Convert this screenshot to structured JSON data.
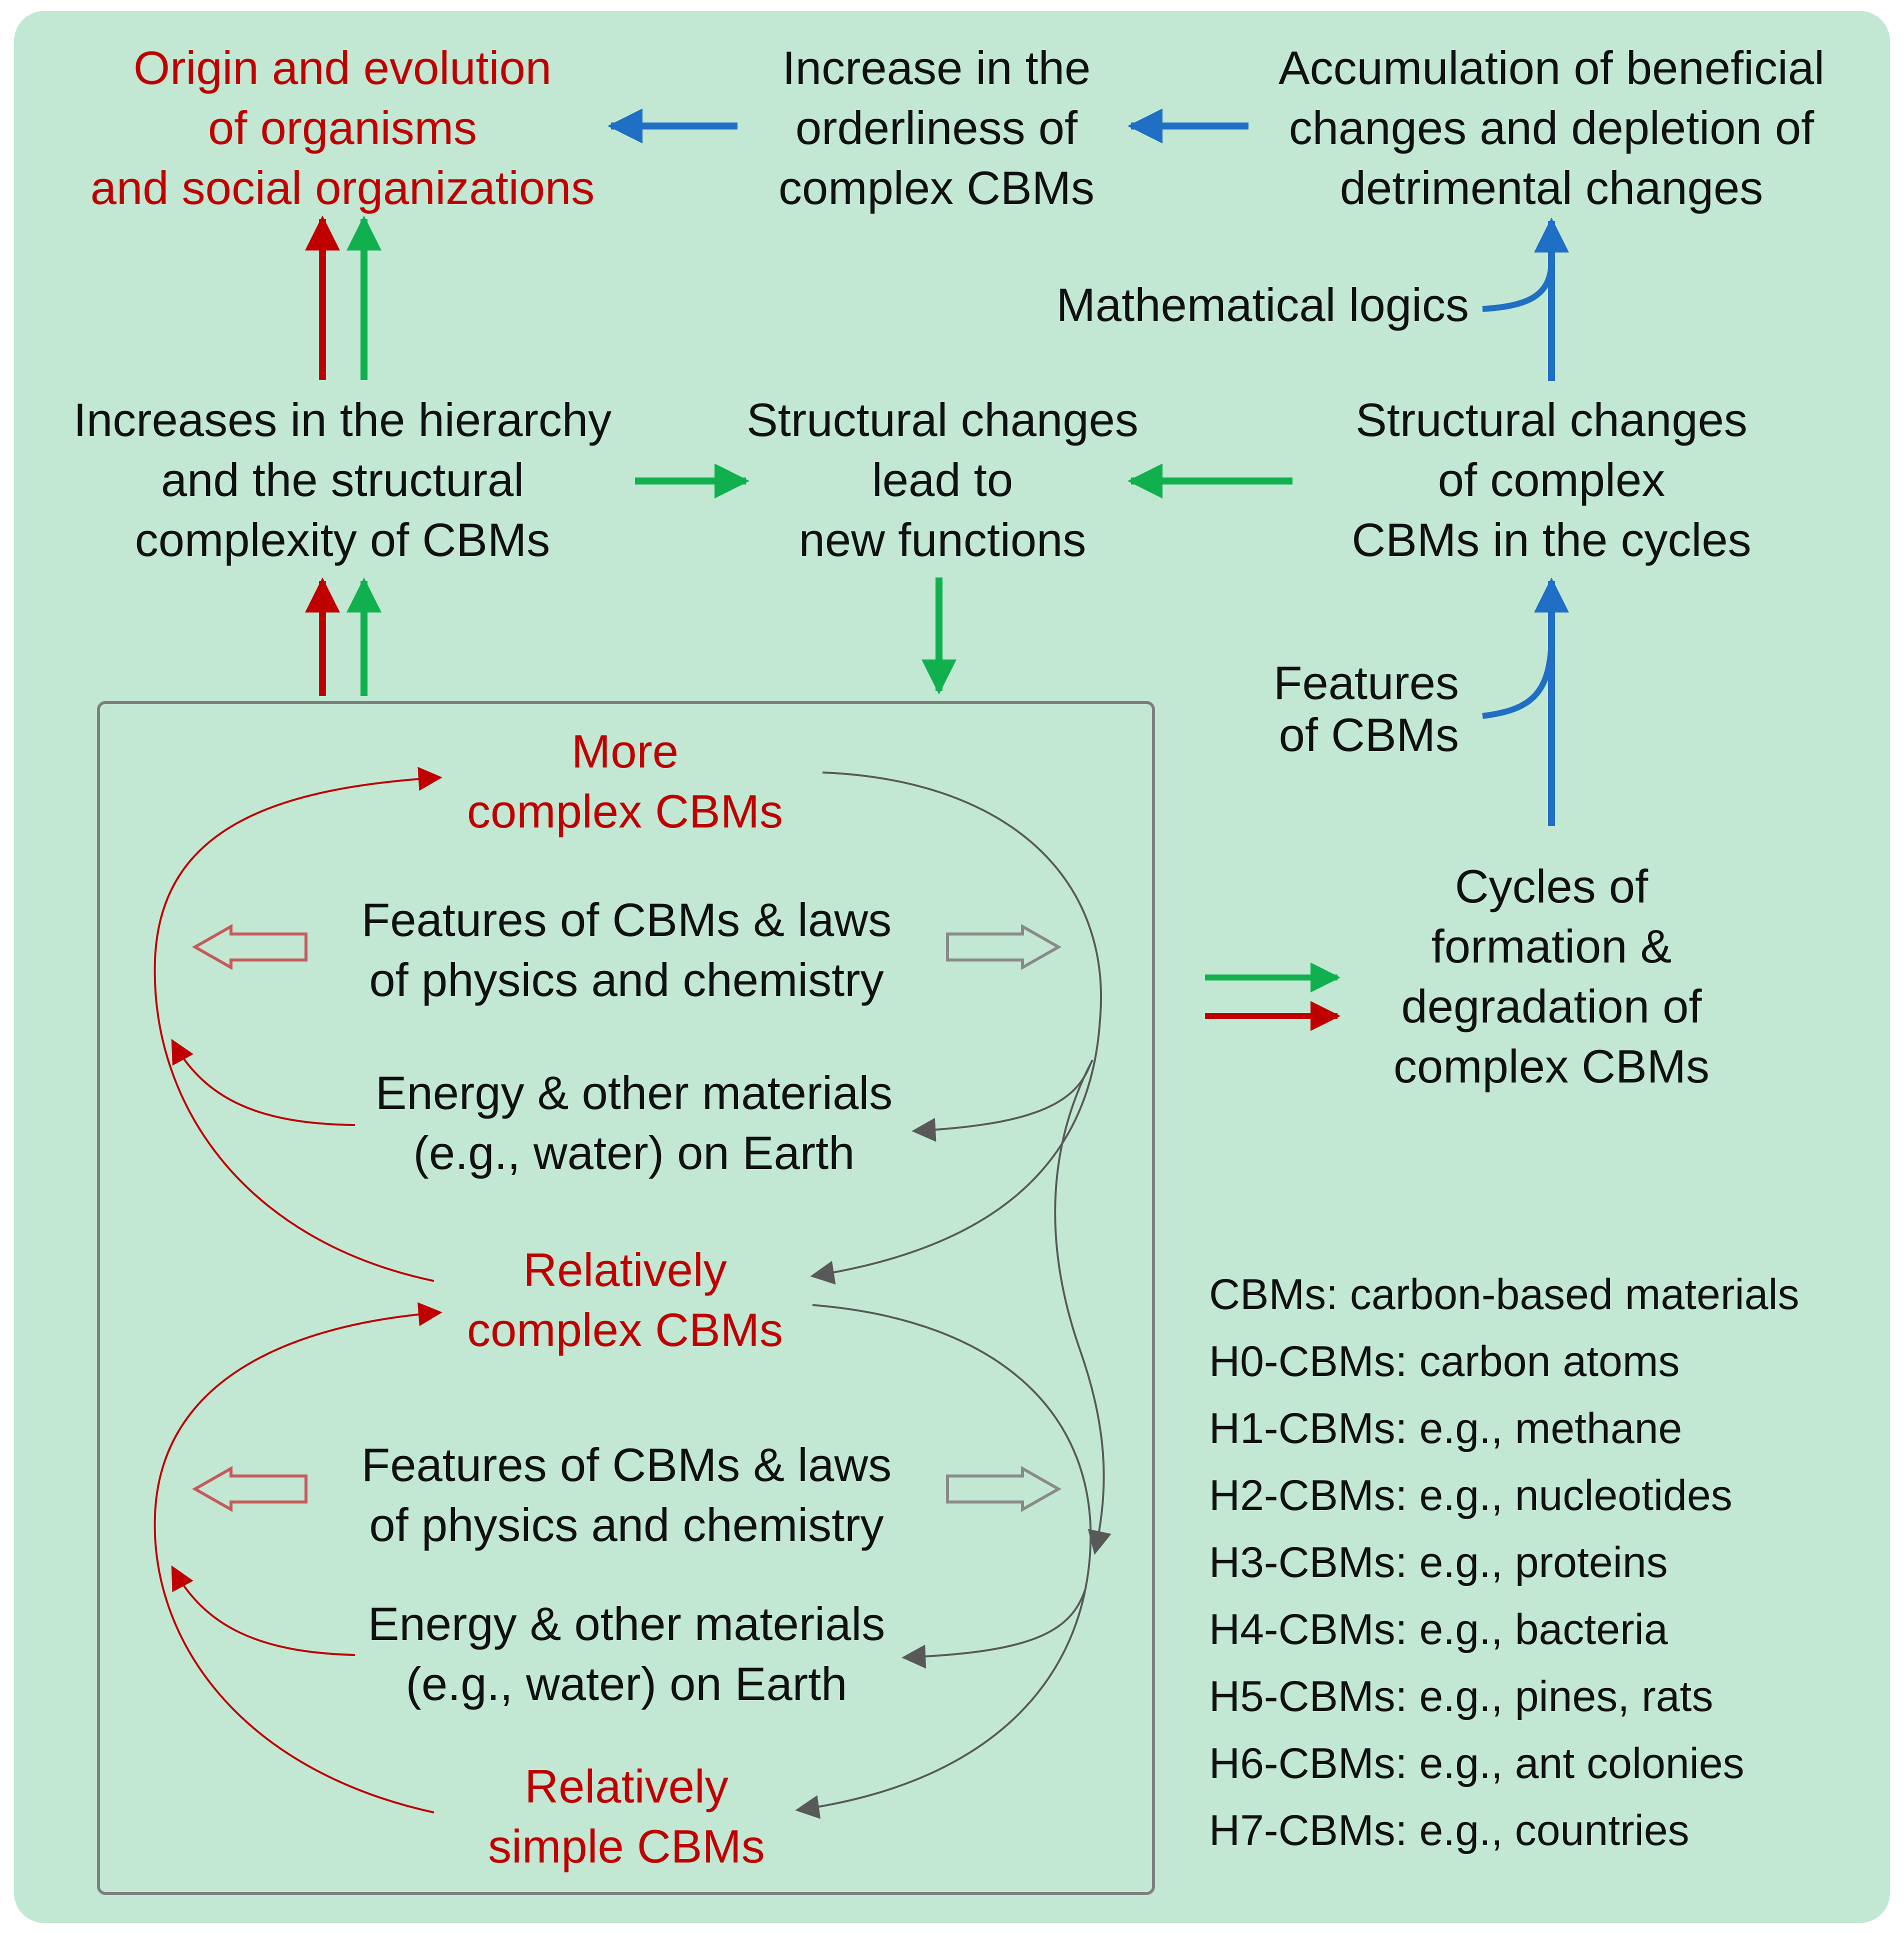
{
  "colors": {
    "background": "#c2e8d4",
    "red": "#c00000",
    "green": "#11b04f",
    "blue": "#1f6fc4",
    "gray": "#595959",
    "text": "#111111"
  },
  "nodes": {
    "origin": [
      "Origin and evolution",
      "of organisms",
      "and social organizations"
    ],
    "orderliness": [
      "Increase in the",
      "orderliness of",
      "complex CBMs"
    ],
    "accumulation": [
      "Accumulation of beneficial",
      "changes and depletion of",
      "detrimental changes"
    ],
    "math_logics": "Mathematical logics",
    "hierarchy": [
      "Increases in the hierarchy",
      "and the  structural",
      "complexity of CBMs"
    ],
    "new_functions": [
      "Structural changes",
      "lead to",
      "new functions"
    ],
    "structural_cycles": [
      "Structural changes",
      "of complex",
      "CBMs in the cycles"
    ],
    "features_cbms": [
      "Features",
      "of CBMs"
    ],
    "cycles": [
      "Cycles of",
      "formation &",
      "degradation of",
      "complex CBMs"
    ]
  },
  "inner_box": {
    "more_complex": [
      "More",
      "complex CBMs"
    ],
    "features_laws_1": [
      "Features of CBMs & laws",
      "of physics and chemistry"
    ],
    "energy_1": [
      "Energy & other materials",
      "(e.g., water) on Earth"
    ],
    "relatively_complex": [
      "Relatively",
      "complex CBMs"
    ],
    "features_laws_2": [
      "Features of CBMs & laws",
      "of physics and chemistry"
    ],
    "energy_2": [
      "Energy & other materials",
      "(e.g., water) on Earth"
    ],
    "relatively_simple": [
      "Relatively",
      "simple CBMs"
    ]
  },
  "legend": [
    "CBMs: carbon-based materials",
    "H0-CBMs: carbon atoms",
    "H1-CBMs: e.g., methane",
    "H2-CBMs: e.g., nucleotides",
    "H3-CBMs: e.g., proteins",
    "H4-CBMs: e.g., bacteria",
    "H5-CBMs: e.g., pines, rats",
    "H6-CBMs: e.g., ant colonies",
    "H7-CBMs: e.g., countries"
  ]
}
